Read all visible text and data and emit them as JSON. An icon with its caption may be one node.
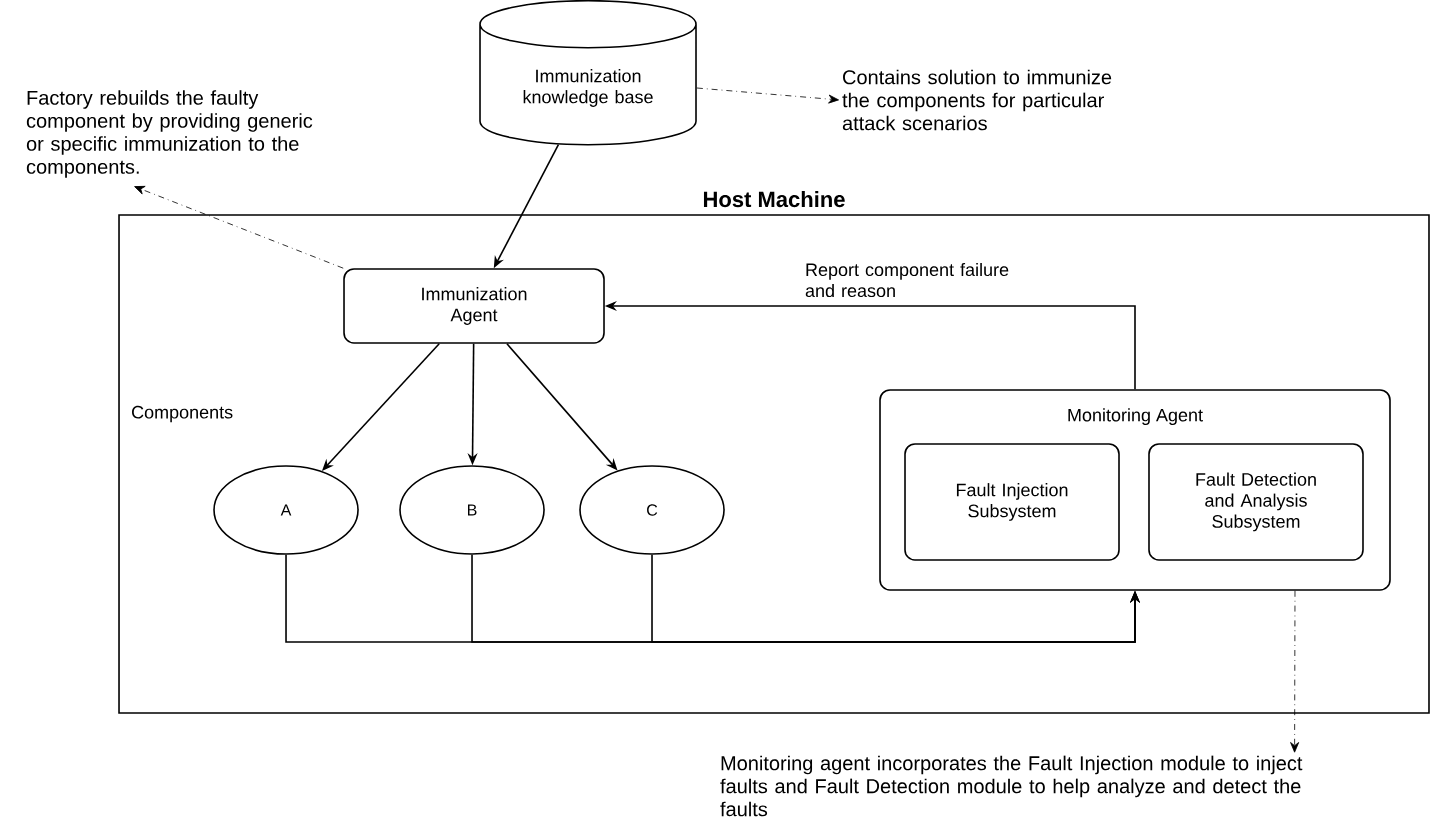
{
  "diagram": {
    "nodes": [
      {
        "text": [
          "Immunization knowledge base"
        ]
      },
      {
        "text": [
          "Host Machine"
        ]
      },
      {
        "text": [
          "Immunization Agent"
        ],
        "in": 1
      },
      {
        "text": [
          "A"
        ],
        "in": 1
      },
      {
        "text": [
          "B"
        ],
        "in": 1
      },
      {
        "text": [
          "C"
        ],
        "in": 1
      },
      {
        "text": [
          "Monitoring Agent"
        ],
        "in": 1
      },
      {
        "text": [
          "Fault Injection Subsystem"
        ],
        "in": 6
      },
      {
        "text": [
          "Fault Detection and Analysis Subsystem"
        ],
        "in": 6
      },
      {
        "text": [
          "Contains solution to immunize the components for particular attack scenarios"
        ]
      },
      {
        "text": [
          "Factory rebuilds the faulty component by providing generic or specific immunization to the components."
        ]
      },
      {
        "text": [
          "Monitoring agent incorporates the Fault Injection module to inject faults and Fault Detection module to help analyze and detect the faults"
        ]
      }
    ],
    "edges": [
      {
        "from": 0,
        "to": 2,
        "arrow": "to"
      },
      {
        "from": 2,
        "to": 3,
        "arrow": "to"
      },
      {
        "from": 2,
        "to": 4,
        "arrow": "to"
      },
      {
        "from": 2,
        "to": 5,
        "arrow": "to"
      },
      {
        "from": 6,
        "to": 2,
        "arrow": "to",
        "label": "Report component failure and reason"
      },
      {
        "from": 3,
        "to": 6,
        "arrow": "to"
      },
      {
        "from": 4,
        "to": 6,
        "arrow": "to"
      },
      {
        "from": 5,
        "to": 6,
        "arrow": "to"
      },
      {
        "from": 0,
        "to": 9,
        "arrow": "to",
        "style": "dashed"
      },
      {
        "from": 2,
        "to": 10,
        "arrow": "to",
        "style": "dashed"
      },
      {
        "from": 6,
        "to": 11,
        "arrow": "to",
        "style": "dashed"
      }
    ],
    "labels": [
      "Components"
    ]
  }
}
